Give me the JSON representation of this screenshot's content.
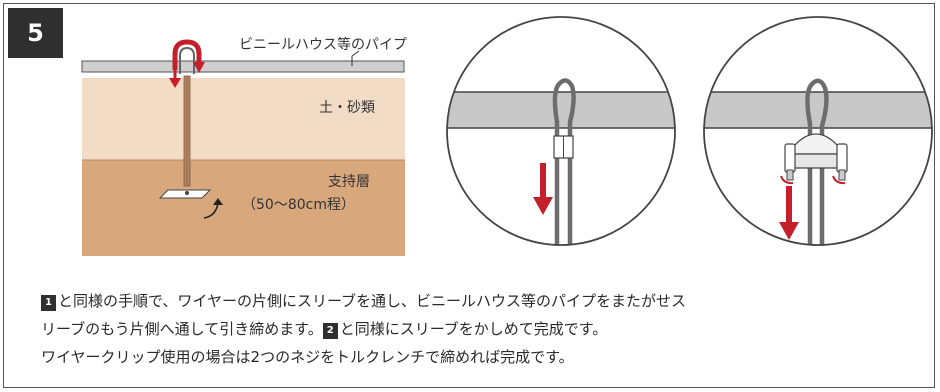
{
  "step_number": "5",
  "labels": {
    "pipe": "ビニールハウス等のパイプ",
    "soil": "土・砂類",
    "bearing_layer": "支持層",
    "depth_range": "（50〜80cm程）"
  },
  "caption": {
    "line1_ref": "1",
    "line1_text": "と同様の手順で、ワイヤーの片側にスリーブを通し、ビニールハウス等のパイプをまたがせス",
    "line2_pre": "リーブのもう片側へ通して引き締めます。",
    "line2_ref": "2",
    "line2_post": "と同様にスリーブをかしめて完成です。",
    "line3": "ワイヤークリップ使用の場合は2つのネジをトルクレンチで締めれば完成です。"
  },
  "colors": {
    "soil_top": "#f3dcc6",
    "soil_bearing": "#d9a77c",
    "pipe_gray": "#c8c8c8",
    "arrow_red": "#c4202b",
    "wire": "#6d6d6d",
    "badge": "#2f2f2f"
  }
}
